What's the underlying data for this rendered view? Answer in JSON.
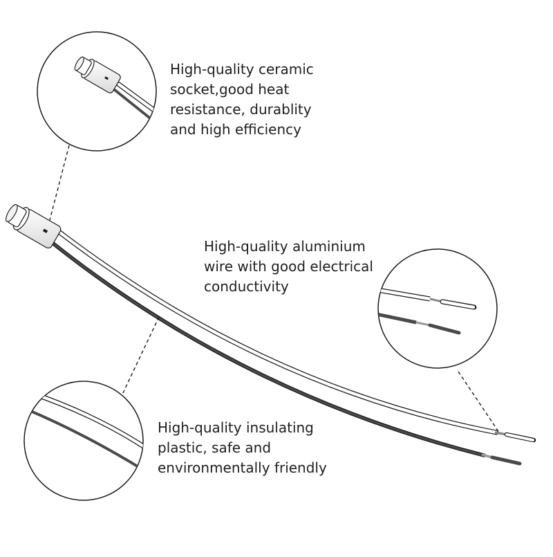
{
  "features": [
    {
      "id": "socket",
      "text": "High-quality ceramic\nsocket,good heat\nresistance, durablity\nand high efficiency",
      "icon": "ceramic-socket-closeup"
    },
    {
      "id": "wire",
      "text": "High-quality aluminium\nwire with good electrical\nconductivity",
      "icon": "stripped-wire-tips-closeup"
    },
    {
      "id": "insulation",
      "text": "High-quality insulating\nplastic, safe and\nenvironmentally friendly",
      "icon": "insulated-wire-closeup"
    }
  ],
  "colors": {
    "background": "#ffffff",
    "outline": "#1a1a1a",
    "wire_white": "#ffffff",
    "wire_dark": "#4a4a4a",
    "bare_metal": "#9a9a9a",
    "text": "#1e1e1e"
  }
}
